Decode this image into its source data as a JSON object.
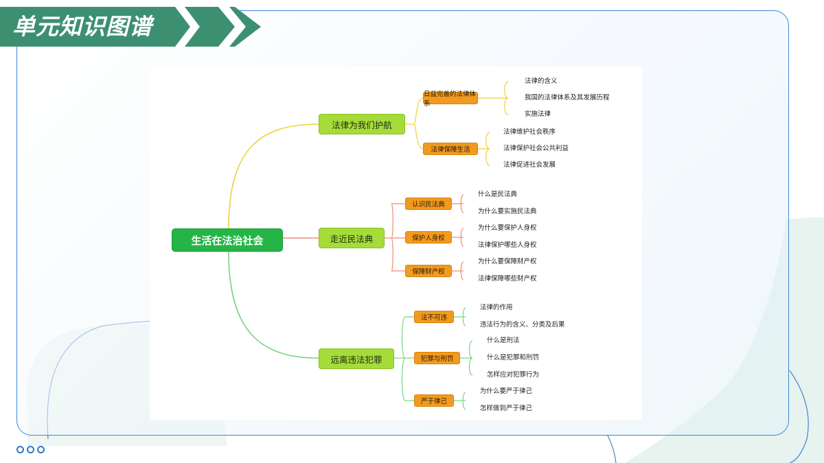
{
  "header": {
    "title": "单元知识图谱"
  },
  "colors": {
    "banner": "#3d8f72",
    "root": "#25b446",
    "level1": "#a6dc3a",
    "level2": "#f29a1f",
    "branch_law": "#f1cf3b",
    "branch_code": "#ef8b73",
    "branch_crime": "#79d47d",
    "frame_border": "#3f86d8"
  },
  "mindmap": {
    "root": "生活在法治社会",
    "branches": [
      {
        "label": "法律为我们护航",
        "subs": [
          {
            "label": "日益完善的法律体系",
            "leaves": [
              "法律的含义",
              "我国的法律体系及其发展历程",
              "实施法律"
            ]
          },
          {
            "label": "法律保障生活",
            "leaves": [
              "法律维护社会秩序",
              "法律保护社会公共利益",
              "法律促进社会发展"
            ]
          }
        ]
      },
      {
        "label": "走近民法典",
        "subs": [
          {
            "label": "认识民法典",
            "leaves": [
              "什么是民法典",
              "为什么要实施民法典"
            ]
          },
          {
            "label": "保护人身权",
            "leaves": [
              "为什么要保护人身权",
              "法律保护哪些人身权"
            ]
          },
          {
            "label": "保障财产权",
            "leaves": [
              "为什么要保障财产权",
              "法律保障哪些财产权"
            ]
          }
        ]
      },
      {
        "label": "远离违法犯罪",
        "subs": [
          {
            "label": "法不可违",
            "leaves": [
              "法律的作用",
              "违法行为的含义、分类及后果"
            ]
          },
          {
            "label": "犯罪与刑罚",
            "leaves": [
              "什么是刑法",
              "什么是犯罪和刑罚",
              "怎样应对犯罪行为"
            ]
          },
          {
            "label": "严于律己",
            "leaves": [
              "为什么要严于律己",
              "怎样做到严于律己"
            ]
          }
        ]
      }
    ]
  }
}
